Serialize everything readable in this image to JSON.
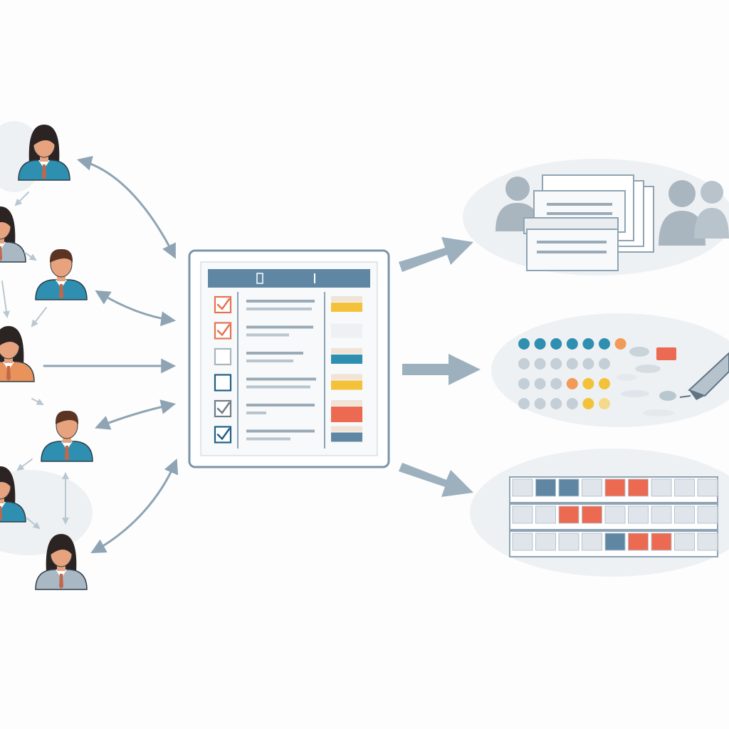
{
  "colors": {
    "background": "#fdfdfd",
    "arrow": "#8ea4b4",
    "arrow_light": "#b9c7d1",
    "frame": "#7a95a8",
    "header": "#5f87a3",
    "teal": "#2f8fb0",
    "navy": "#1f5f86",
    "orange": "#e4734f",
    "yellow": "#f3c23a",
    "red": "#ec6a52",
    "steel": "#5f87a3",
    "gray_cell": "#dfe5ea",
    "skin": "#e7a37d",
    "hair_dark": "#2b2422",
    "hair_brown": "#5a3524",
    "blob": "#eef1f3",
    "person_gray": "#a9b5bf"
  },
  "people": [
    {
      "id": "p1",
      "hair": "long",
      "shirt": "teal"
    },
    {
      "id": "p2",
      "hair": "long",
      "shirt": "gray"
    },
    {
      "id": "p3",
      "hair": "short",
      "shirt": "teal"
    },
    {
      "id": "p4",
      "hair": "long",
      "shirt": "orange"
    },
    {
      "id": "p5",
      "hair": "short",
      "shirt": "teal"
    },
    {
      "id": "p6",
      "hair": "long",
      "shirt": "teal"
    },
    {
      "id": "p7",
      "hair": "long",
      "shirt": "gray"
    }
  ],
  "checklist": {
    "rows": [
      {
        "box": "checked-orange",
        "swatch": "yellow"
      },
      {
        "box": "checked-orange",
        "swatch": "none"
      },
      {
        "box": "empty-gray",
        "swatch": "teal"
      },
      {
        "box": "empty-teal",
        "swatch": "yellow"
      },
      {
        "box": "checked-gray",
        "swatch": "red"
      },
      {
        "box": "checked-teal",
        "swatch": "steel"
      }
    ]
  },
  "dot_grid": [
    [
      "teal",
      "teal",
      "teal",
      "teal",
      "teal",
      "teal",
      "orange"
    ],
    [
      "gray",
      "gray",
      "gray",
      "gray",
      "gray",
      "gray"
    ],
    [
      "gray",
      "gray",
      "gray",
      "orange",
      "yellow",
      "yellow"
    ],
    [
      "gray",
      "gray",
      "gray",
      "gray",
      "yellow",
      "yellow_light"
    ]
  ],
  "calendar": [
    [
      "gray",
      "steel",
      "steel",
      "gray",
      "red",
      "red",
      "gray",
      "gray",
      "gray"
    ],
    [
      "gray",
      "gray",
      "red",
      "red",
      "gray",
      "gray",
      "gray",
      "gray",
      "gray"
    ],
    [
      "gray",
      "gray",
      "gray",
      "gray",
      "steel",
      "red",
      "red",
      "gray",
      "gray"
    ]
  ]
}
